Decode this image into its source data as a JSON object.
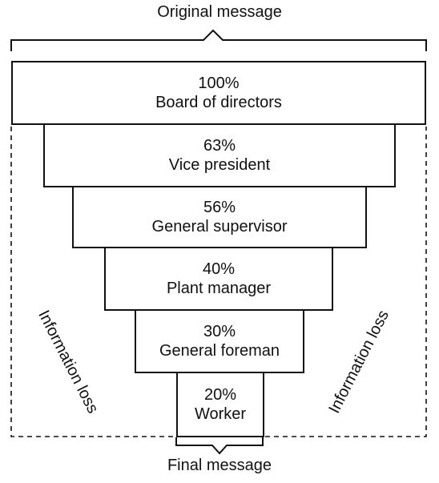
{
  "top_label": "Original message",
  "bottom_label": "Final message",
  "side_labels": {
    "left": "Information loss",
    "right": "Information loss"
  },
  "levels": [
    {
      "percent": "100%",
      "role": "Board of directors",
      "value": 100
    },
    {
      "percent": "63%",
      "role": "Vice president",
      "value": 63
    },
    {
      "percent": "56%",
      "role": "General supervisor",
      "value": 56
    },
    {
      "percent": "40%",
      "role": "Plant manager",
      "value": 40
    },
    {
      "percent": "30%",
      "role": "General foreman",
      "value": 30
    },
    {
      "percent": "20%",
      "role": "Worker",
      "value": 20
    }
  ]
}
